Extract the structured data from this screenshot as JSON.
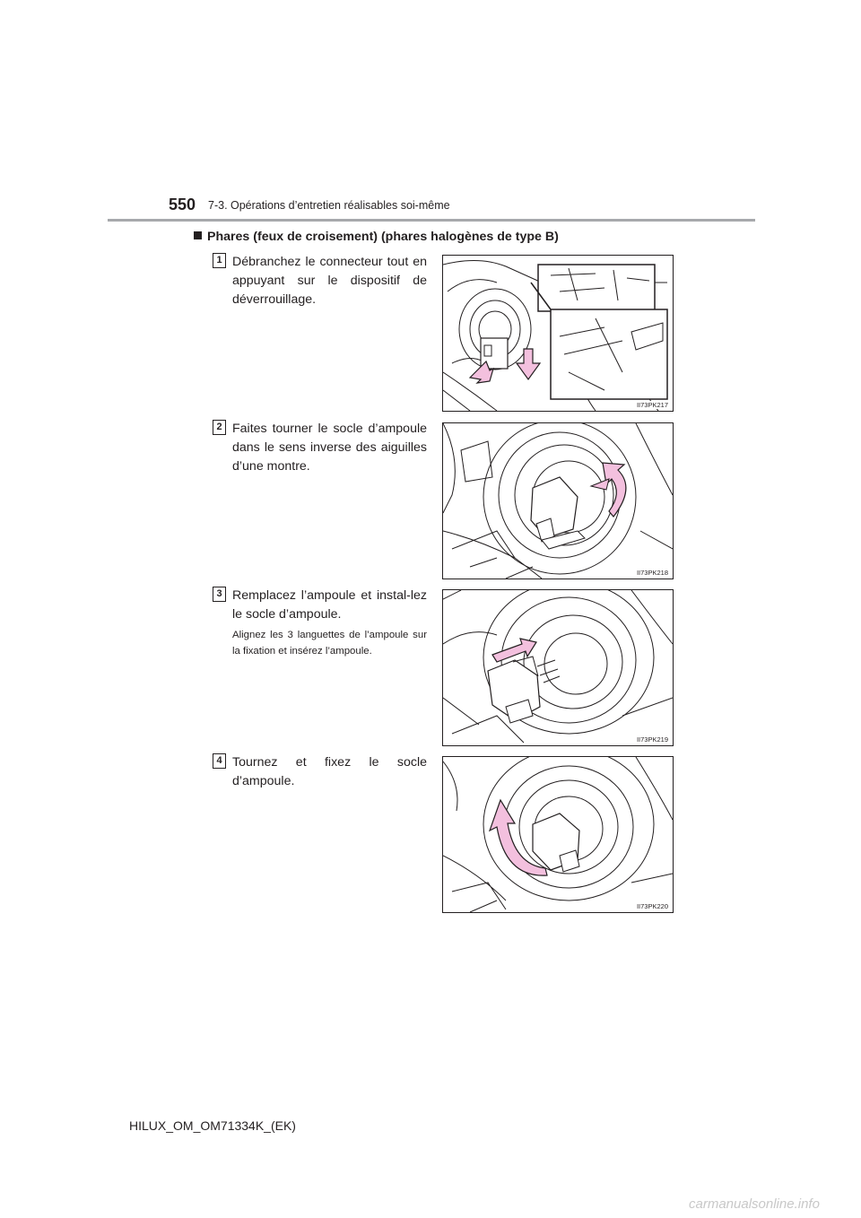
{
  "header": {
    "page_number": "550",
    "section": "7-3. Opérations d’entretien réalisables soi-même"
  },
  "section_title": "Phares (feux de croisement) (phares halogènes de type B)",
  "steps": [
    {
      "number": "1",
      "text": "Débranchez le connecteur tout en appuyant sur le dispositif de déverrouillage.",
      "note": "",
      "figure_code": "II73PK217"
    },
    {
      "number": "2",
      "text": "Faites tourner le socle d’ampoule dans le sens inverse des aiguilles d’une montre.",
      "note": "",
      "figure_code": "II73PK218"
    },
    {
      "number": "3",
      "text": "Remplacez l’ampoule et instal-lez le socle d’ampoule.",
      "note": "Alignez les 3 languettes de l’ampoule sur la fixation et insérez l’ampoule.",
      "figure_code": "II73PK219"
    },
    {
      "number": "4",
      "text": "Tournez et fixez le socle d’ampoule.",
      "note": "",
      "figure_code": "II73PK220"
    }
  ],
  "footer": {
    "document_code": "HILUX_OM_OM71334K_(EK)"
  },
  "watermark": "carmanualsonline.info",
  "colors": {
    "arrow_fill": "#f3c0de",
    "line": "#231f20",
    "rule": "#a7a9ac"
  }
}
